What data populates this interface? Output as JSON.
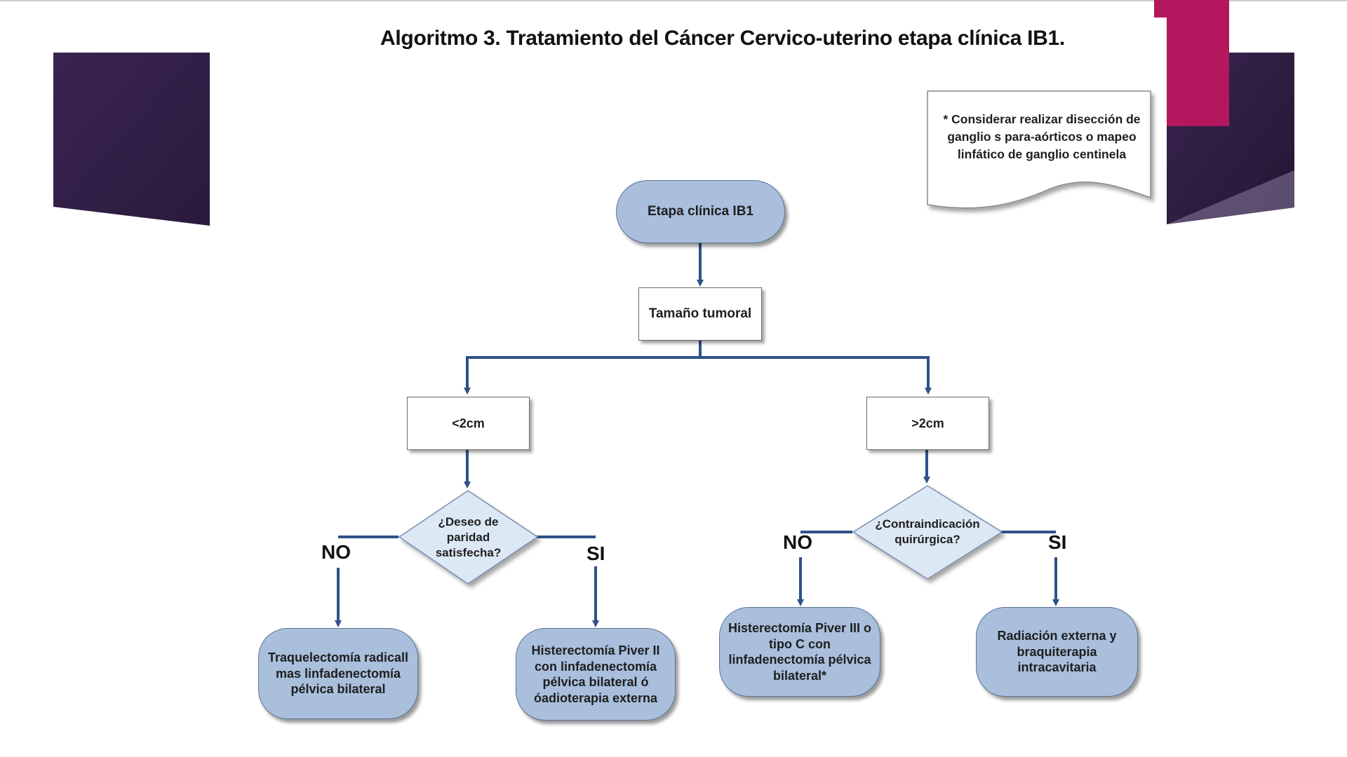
{
  "slide": {
    "title": "Algoritmo 3. Tratamiento del Cáncer Cervico-uterino etapa clínica IB1.",
    "accent_colors": {
      "dark_purple": "#3a2252",
      "magenta": "#b5175e",
      "node_fill": "#a9bfdc",
      "arrow": "#2e5289"
    }
  },
  "note": {
    "text": "* Considerar realizar disección de ganglio s para-aórticos o mapeo linfático de ganglio centinela"
  },
  "flowchart": {
    "start": "Etapa clínica IB1",
    "tumor_size": "Tamaño tumoral",
    "small": "<2cm",
    "large": ">2cm",
    "question_left": "¿Deseo de paridad satisfecha?",
    "question_right": "¿Contraindicación quirúrgica?",
    "left_no": "NO",
    "left_si": "SI",
    "right_no": "NO",
    "right_si": "SI",
    "outcome_1": "Traquelectomía radicall mas linfadenectomía pélvica bilateral",
    "outcome_2": "Histerectomía Piver II con linfadenectomía pélvica bilateral  ó óadioterapia externa",
    "outcome_3": "Histerectomía Piver III o tipo C  con linfadenectomía pélvica bilateral*",
    "outcome_4": "Radiación externa y braquiterapia intracavitaria"
  }
}
